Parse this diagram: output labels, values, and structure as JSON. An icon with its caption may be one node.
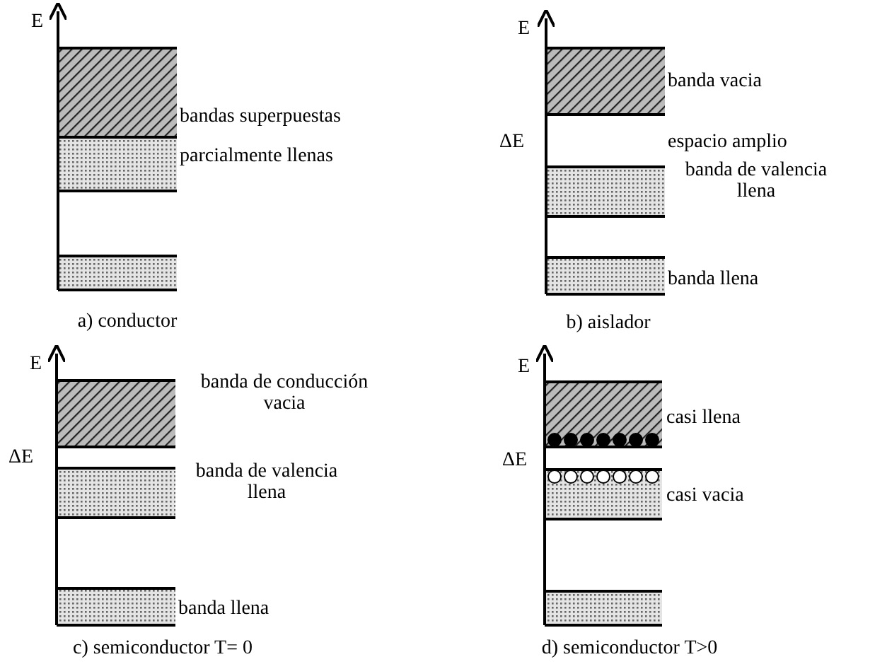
{
  "diagram": {
    "labels": [
      "E",
      "bandas superpuestas",
      "parcialmente llenas",
      "a) conductor",
      "E",
      "banda vacia",
      "ΔE",
      "espacio amplio",
      "banda de valencia llena",
      "banda llena",
      "b) aislador",
      "E",
      "banda de conducción vacia",
      "ΔE",
      "banda de valencia llena",
      "banda llena",
      "c) semiconductor T= 0",
      "E",
      "casi llena",
      "ΔE",
      "casi vacia",
      "d) semiconductor T>0"
    ]
  }
}
